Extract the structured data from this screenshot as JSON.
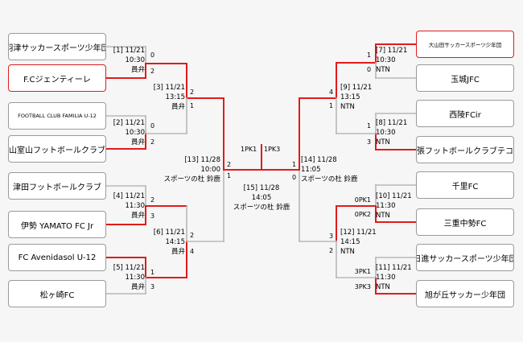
{
  "colors": {
    "win": "#e21b1b",
    "lose": "#b8b8b8",
    "background": "#f6f6f6"
  },
  "teams_left": [
    "羽津サッカースポーツ少年団",
    "F.Cジェンティーレ",
    "FOOTBALL CLUB FAMILIA U-12",
    "山室山フットボールクラブ",
    "津田フットボールクラブ",
    "伊勢 YAMATO FC Jr",
    "FC Avenidasol U-12",
    "松ヶ崎FC"
  ],
  "teams_right": [
    "大山田サッカースポーツ少年団",
    "玉城JFC",
    "西陵FCir",
    "名張フットボールクラブテコス",
    "千里FC",
    "三重中勢FC",
    "日進サッカースポーツ少年団",
    "旭が丘サッカー少年団"
  ],
  "m1": {
    "no": "[1] 11/21",
    "time": "10:30",
    "venue": "員弁",
    "s_top": "0",
    "s_bot": "2"
  },
  "m2": {
    "no": "[2] 11/21",
    "time": "10:30",
    "venue": "員弁",
    "s_top": "0",
    "s_bot": "2"
  },
  "m3": {
    "no": "[3] 11/21",
    "time": "13:15",
    "venue": "員弁",
    "s_top": "2",
    "s_bot": "1"
  },
  "m4": {
    "no": "[4] 11/21",
    "time": "11:30",
    "venue": "員弁",
    "s_top": "2",
    "s_bot": "3"
  },
  "m5": {
    "no": "[5] 11/21",
    "time": "11:30",
    "venue": "員弁",
    "s_top": "1",
    "s_bot": "3"
  },
  "m6": {
    "no": "[6] 11/21",
    "time": "14:15",
    "venue": "員弁",
    "s_top": "2",
    "s_bot": "4"
  },
  "m7": {
    "no": "[7] 11/21",
    "time": "10:30",
    "venue": "NTN",
    "s_top": "1",
    "s_bot": "0"
  },
  "m8": {
    "no": "[8] 11/21",
    "time": "10:30",
    "venue": "NTN",
    "s_top": "1",
    "s_bot": "3"
  },
  "m9": {
    "no": "[9] 11/21",
    "time": "13:15",
    "venue": "NTN",
    "s_top": "4",
    "s_bot": "1"
  },
  "m10": {
    "no": "[10] 11/21",
    "time": "11:30",
    "venue": "NTN",
    "s_top": "0PK1",
    "s_bot": "0PK2"
  },
  "m11": {
    "no": "[11] 11/21",
    "time": "11:30",
    "venue": "NTN",
    "s_top": "3PK1",
    "s_bot": "3PK3"
  },
  "m12": {
    "no": "[12] 11/21",
    "time": "14:15",
    "venue": "NTN",
    "s_top": "3",
    "s_bot": "2"
  },
  "m13": {
    "no": "[13] 11/28",
    "time": "10:00",
    "venue": "スポーツの杜 鈴鹿",
    "s_top": "2",
    "s_bot": "1"
  },
  "m14": {
    "no": "[14] 11/28",
    "time": "11:05",
    "venue": "スポーツの杜 鈴鹿",
    "s_top": "1",
    "s_bot": "0"
  },
  "m15": {
    "no": "[15] 11/28",
    "time": "14:05",
    "venue": "スポーツの杜 鈴鹿",
    "s_left": "1PK1",
    "s_right": "1PK3"
  }
}
